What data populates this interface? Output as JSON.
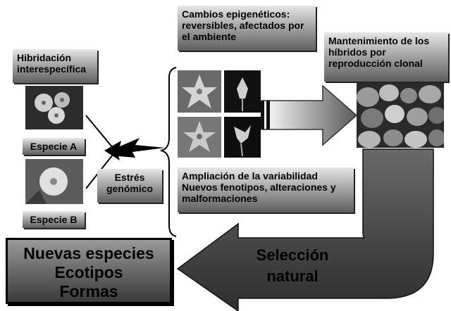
{
  "boxes": {
    "hibridacion": "Hibridación interespecífica",
    "epigeneticos": "Cambios epigenéticos: reversibles, afectados por el ambiente",
    "mantenimiento": "Mantenimiento de los híbridos por reproducción clonal",
    "especie_a": "Especie A",
    "especie_b": "Especie B",
    "estres": "Estrés genómico",
    "ampliacion": "Ampliación de la variabilidad Nuevos fenotipos, alteraciones y malformaciones",
    "nuevas": [
      "Nuevas especies",
      "Ecotipos",
      "Formas"
    ],
    "seleccion": "Selección natural"
  },
  "icons": {
    "flower_photos": "flower-photo-icon",
    "potato_photo": "potato-tubers-photo-icon",
    "lightning": "lightning-bolt-icon"
  },
  "colors": {
    "bg": "#ffffff",
    "box_light": "#e6e6e6",
    "box_dark": "#5e5e5e",
    "arrow": "#5a5a5a"
  }
}
